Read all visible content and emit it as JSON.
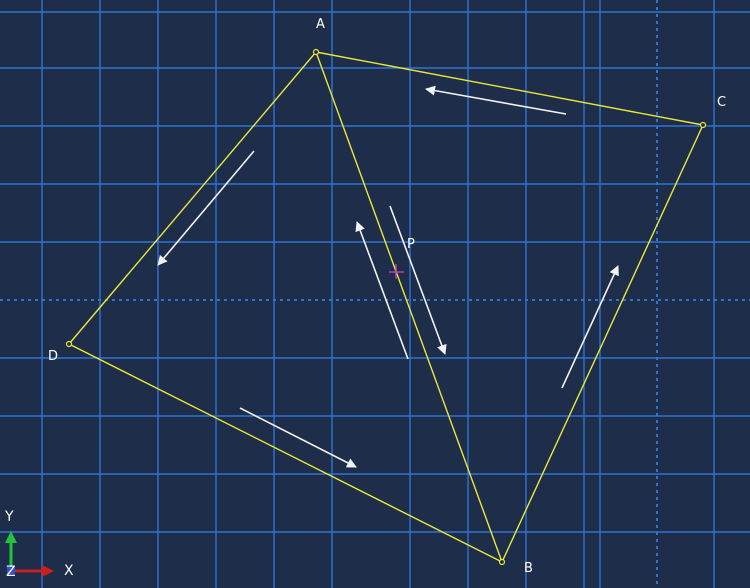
{
  "viewport": {
    "background": "#1e2d49",
    "grid_color": "#2f74d3",
    "shape_color": "#e8e83a",
    "arrow_color": "#f2f2f2",
    "point_marker_color": "#cc44cc"
  },
  "vertices": {
    "A": {
      "label": "A"
    },
    "B": {
      "label": "B"
    },
    "C": {
      "label": "C"
    },
    "D": {
      "label": "D"
    }
  },
  "point_p": {
    "label": "P"
  },
  "triad": {
    "x_label": "X",
    "y_label": "Y",
    "z_label": "Z",
    "x_color": "#cc1f1f",
    "y_color": "#22c33a",
    "z_color": "#2b4fd8"
  }
}
